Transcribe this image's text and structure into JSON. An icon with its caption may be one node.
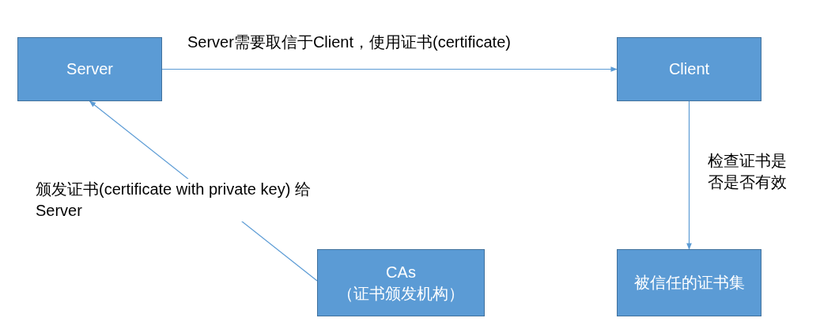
{
  "diagram": {
    "nodes": [
      {
        "text": [
          "Server"
        ]
      },
      {
        "text": [
          "Client"
        ]
      },
      {
        "text": [
          "CAs",
          "（证书颁发机构）"
        ]
      },
      {
        "text": [
          "被信任的证书集"
        ]
      }
    ],
    "edges": [
      {
        "from": 0,
        "to": 1,
        "arrow": "to",
        "label": "Server需要取信于Client，使用证书(certificate)"
      },
      {
        "from": 2,
        "to": 0,
        "arrow": "to",
        "label": "颁发证书(certificate with private key) 给Server"
      },
      {
        "from": 1,
        "to": 3,
        "arrow": "to",
        "label": "检查证书是否是否有效"
      }
    ]
  }
}
